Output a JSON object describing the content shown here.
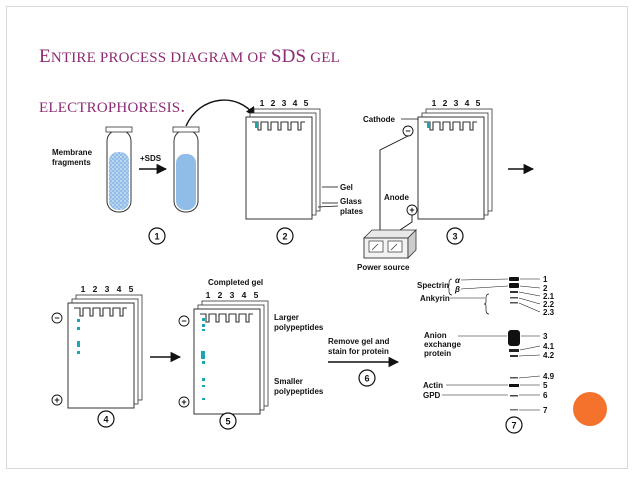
{
  "slide": {
    "title_parts": [
      {
        "text": "E",
        "size": "cap"
      },
      {
        "text": "NTIRE PROCESS DIAGRAM OF ",
        "size": "sm"
      },
      {
        "text": "SDS",
        "size": "cap"
      },
      {
        "text": " GEL ",
        "size": "sm"
      },
      {
        "text": "ELECTROPHORESIS",
        "size": "sm"
      },
      {
        "text": ".",
        "size": "cap"
      }
    ]
  },
  "labels": {
    "membrane_fragments_1": "Membrane",
    "membrane_fragments_2": "fragments",
    "plus_sds": "+SDS",
    "gel": "Gel",
    "glass_plates_1": "Glass",
    "glass_plates_2": "plates",
    "cathode": "Cathode",
    "anode": "Anode",
    "power_source": "Power source",
    "completed_gel": "Completed gel",
    "larger_1": "Larger",
    "larger_2": "polypeptides",
    "smaller_1": "Smaller",
    "smaller_2": "polypeptides",
    "remove_1": "Remove gel and",
    "remove_2": "stain for protein",
    "minus": "−",
    "plus": "+"
  },
  "lanes": [
    "1",
    "2",
    "3",
    "4",
    "5"
  ],
  "steps": [
    "1",
    "2",
    "3",
    "4",
    "5",
    "6",
    "7"
  ],
  "proteins": {
    "spectrin": "Spectrin",
    "alpha": "α",
    "beta": "β",
    "ankyrin": "Ankyrin",
    "anion_1": "Anion",
    "anion_2": "exchange",
    "anion_3": "protein",
    "actin": "Actin",
    "gpd": "GPD"
  },
  "band_numbers": [
    "1",
    "2",
    "2.1",
    "2.2",
    "2.3",
    "3",
    "4.1",
    "4.2",
    "4.9",
    "5",
    "6",
    "7"
  ],
  "colors": {
    "title": "#8e2a73",
    "liquid": "#8fbde8",
    "band": "#1aa6b0",
    "accent": "#f4722b",
    "ink": "#111111"
  }
}
